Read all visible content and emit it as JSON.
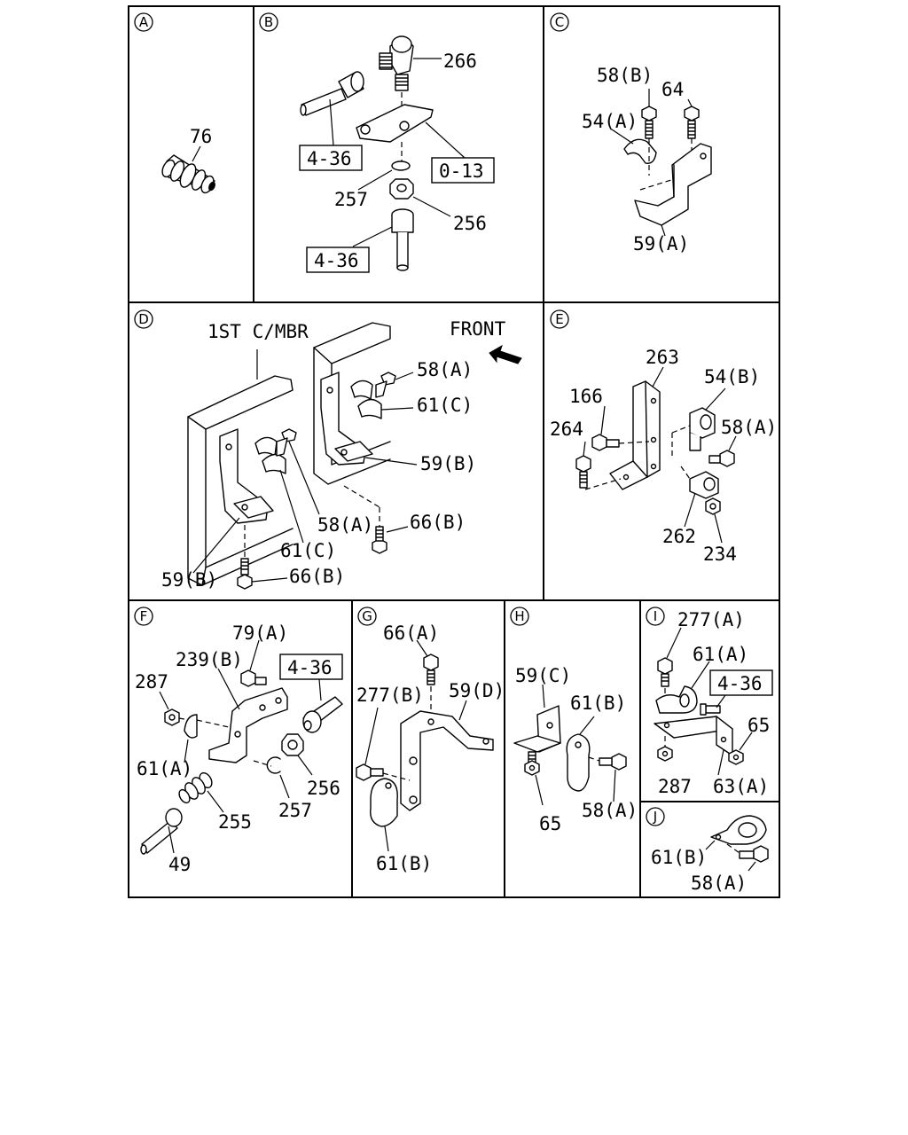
{
  "sections": {
    "A": {
      "letter": "A",
      "labels": {
        "p76": "76"
      }
    },
    "B": {
      "letter": "B",
      "labels": {
        "p266": "266",
        "ref1": "4-36",
        "ref2": "0-13",
        "p257": "257",
        "p256": "256",
        "ref3": "4-36"
      }
    },
    "C": {
      "letter": "C",
      "labels": {
        "p58b": "58(B)",
        "p64": "64",
        "p54a": "54(A)",
        "p59a": "59(A)"
      }
    },
    "D": {
      "letter": "D",
      "labels": {
        "mbr": "1ST C/MBR",
        "front": "FRONT",
        "p58a1": "58(A)",
        "p61c1": "61(C)",
        "p59b1": "59(B)",
        "p58a2": "58(A)",
        "p66b1": "66(B)",
        "p61c2": "61(C)",
        "p59b2": "59(B)",
        "p66b2": "66(B)"
      }
    },
    "E": {
      "letter": "E",
      "labels": {
        "p263": "263",
        "p166": "166",
        "p54b": "54(B)",
        "p264": "264",
        "p58a": "58(A)",
        "p262": "262",
        "p234": "234"
      }
    },
    "F": {
      "letter": "F",
      "labels": {
        "p79a": "79(A)",
        "p239b": "239(B)",
        "ref": "4-36",
        "p287": "287",
        "p61a": "61(A)",
        "p256": "256",
        "p255": "255",
        "p257": "257",
        "p49": "49"
      }
    },
    "G": {
      "letter": "G",
      "labels": {
        "p66a": "66(A)",
        "p277b": "277(B)",
        "p59d": "59(D)",
        "p61b": "61(B)"
      }
    },
    "H": {
      "letter": "H",
      "labels": {
        "p59c": "59(C)",
        "p61b": "61(B)",
        "p65": "65",
        "p58a": "58(A)"
      }
    },
    "I": {
      "letter": "I",
      "labels": {
        "p277a": "277(A)",
        "p61a": "61(A)",
        "ref": "4-36",
        "p65": "65",
        "p287": "287",
        "p63a": "63(A)"
      }
    },
    "J": {
      "letter": "J",
      "labels": {
        "p61b": "61(B)",
        "p58a": "58(A)"
      }
    }
  }
}
